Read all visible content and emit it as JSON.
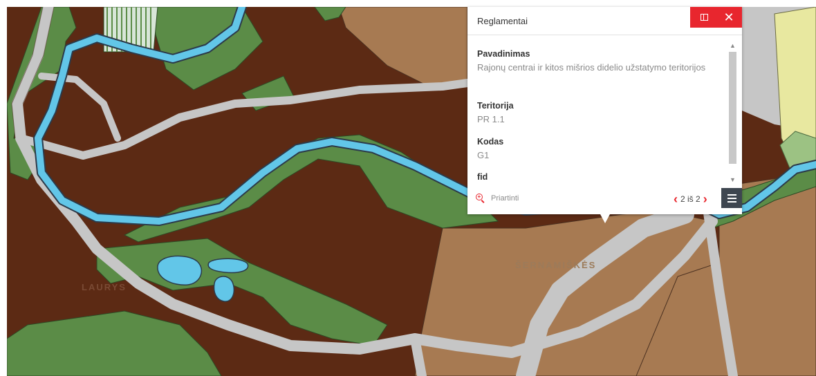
{
  "popup": {
    "title": "Reglamentai",
    "fields": [
      {
        "label": "Pavadinimas",
        "value": "Rajonų centrai ir kitos mišrios didelio užstatymo teritorijos"
      },
      {
        "label": "Teritorija",
        "value": "PR 1.1"
      },
      {
        "label": "Kodas",
        "value": "G1"
      },
      {
        "label": "fid",
        "value": ""
      }
    ],
    "zoom_label": "Priartinti",
    "pager": "2 iš 2",
    "icons": {
      "dock": "dock-icon",
      "close": "close-icon",
      "zoom": "zoom-in-icon",
      "prev": "chevron-left-icon",
      "next": "chevron-right-icon",
      "menu": "menu-icon"
    },
    "close_glyph": "✕",
    "prev_glyph": "‹",
    "next_glyph": "›"
  },
  "map": {
    "labels": [
      "ŠERNAMIŠKĖS",
      "LAURYS"
    ],
    "colors": {
      "residential": "#5c2a14",
      "green": "#5b8c47",
      "water": "#62c6e8",
      "road": "#c6c6c6",
      "brown_light": "#a77a52",
      "yellow": "#e8e8a0",
      "accent_red": "#e8262e"
    }
  }
}
